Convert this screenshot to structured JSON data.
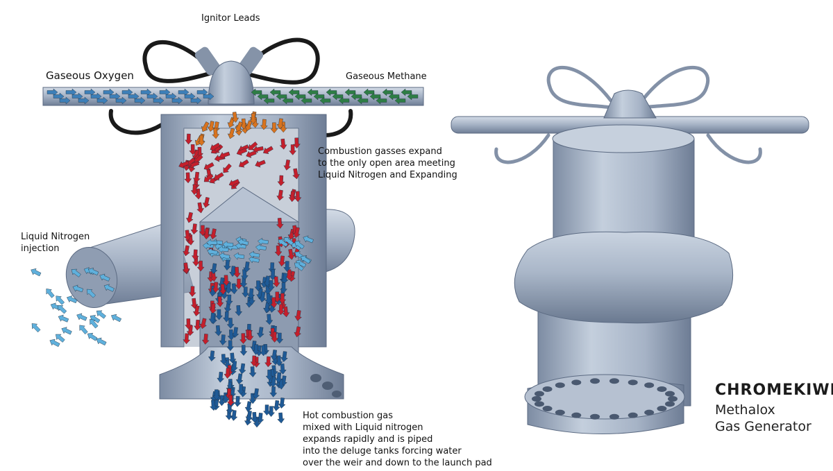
{
  "labels": {
    "ignitor": "Ignitor Leads",
    "oxygen": "Gaseous Oxygen",
    "methane": "Gaseous Methane",
    "combustion": [
      "Combustion gasses expand",
      "to the only open area meeting",
      "Liquid Nitrogen and Expanding"
    ],
    "nitrogen": [
      "Liquid Nitrogen",
      "injection"
    ],
    "hot": [
      "Hot combustion gas",
      "mixed with Liquid nitrogen",
      "expands rapidly and is piped",
      "into the deluge tanks forcing water",
      "over the weir and down to the launch pad"
    ]
  },
  "brand": {
    "logo": "CHROMEKIWI",
    "title_line1": "Methalox",
    "title_line2": "Gas Generator"
  },
  "colors": {
    "metal": "#aab8cc",
    "metal_dark": "#6f7f97",
    "oxygen_arrow": "#3d7fb8",
    "methane_arrow": "#2e7d45",
    "hot_arrow": "#c41f2c",
    "warm_arrow": "#d8731e",
    "nitrogen_arrow": "#5fb0dc",
    "mixed_arrow": "#1f5a96",
    "lead": "#1a1a1a"
  }
}
